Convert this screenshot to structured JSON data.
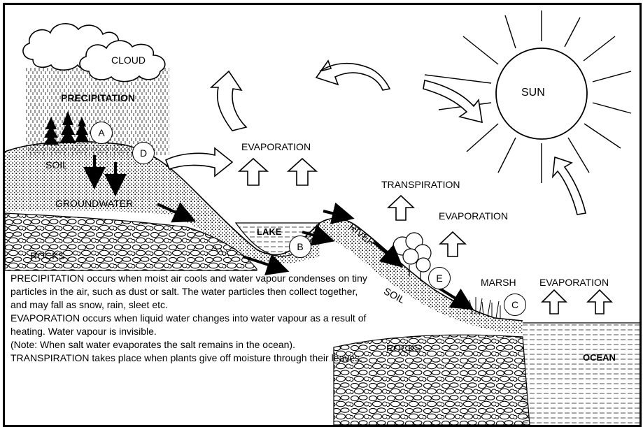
{
  "labels": {
    "cloud": "CLOUD",
    "precipitation": "PRECIPITATION",
    "sun": "SUN",
    "evaporation_1": "EVAPORATION",
    "transpiration": "TRANSPIRATION",
    "evaporation_2": "EVAPORATION",
    "evaporation_3": "EVAPORATION",
    "soil_1": "SOIL",
    "groundwater": "GROUNDWATER",
    "lake": "LAKE",
    "river": "RIVER",
    "rocks_1": "ROCKS",
    "soil_2": "SOIL",
    "marsh": "MARSH",
    "rocks_2": "ROCKS",
    "ocean": "OCEAN"
  },
  "markers": {
    "a": "A",
    "b": "B",
    "c": "C",
    "d": "D",
    "e": "E"
  },
  "notes": [
    "PRECIPITATION occurs when moist air cools and water vapour condenses on tiny particles in the air, such as dust or salt. The water particles then collect together, and may fall as snow, rain, sleet etc.",
    "EVAPORATION occurs when liquid water changes into water vapour as a result of heating. Water vapour is invisible.",
    "(Note: When salt water evaporates the salt remains in the ocean).",
    "TRANSPIRATION takes place when plants give off moisture through their leaves."
  ]
}
